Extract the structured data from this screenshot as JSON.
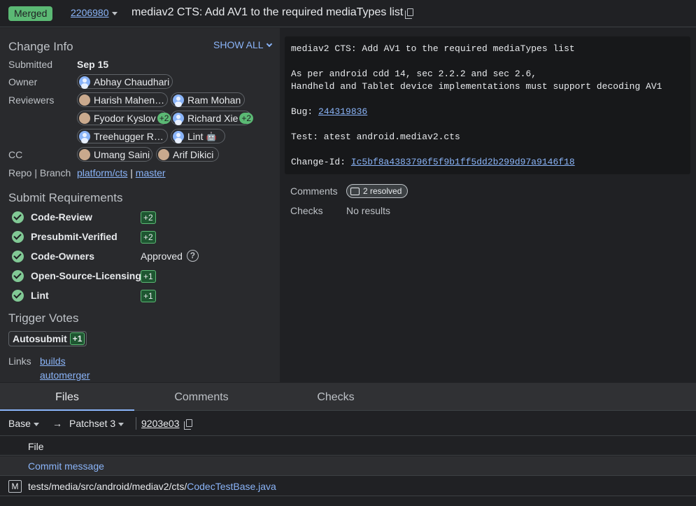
{
  "header": {
    "status": "Merged",
    "change_number": "2206980",
    "title": "mediav2 CTS: Add AV1 to the required mediaTypes list"
  },
  "change_info": {
    "title": "Change Info",
    "show_all": "SHOW ALL",
    "submitted_label": "Submitted",
    "submitted_value": "Sep 15",
    "owner_label": "Owner",
    "owner": "Abhay Chaudhari",
    "reviewers_label": "Reviewers",
    "reviewers": [
      {
        "name": "Harish Mahen…",
        "vote": ""
      },
      {
        "name": "Ram Mohan",
        "vote": ""
      },
      {
        "name": "Fyodor Kyslov",
        "vote": "+2"
      },
      {
        "name": "Richard Xie",
        "vote": "+2"
      },
      {
        "name": "Treehugger R…",
        "vote": ""
      },
      {
        "name": "Lint",
        "vote": ""
      }
    ],
    "cc_label": "CC",
    "cc": [
      "Umang Saini",
      "Arif Dikici"
    ],
    "repo_label": "Repo | Branch",
    "repo": "platform/cts",
    "branch_sep": "|",
    "branch": "master"
  },
  "submit_requirements": {
    "title": "Submit Requirements",
    "items": [
      {
        "name": "Code-Review",
        "vote": "+2"
      },
      {
        "name": "Presubmit-Verified",
        "vote": "+2"
      },
      {
        "name": "Code-Owners",
        "status": "Approved"
      },
      {
        "name": "Open-Source-Licensing",
        "vote": "+1"
      },
      {
        "name": "Lint",
        "vote": "+1"
      }
    ]
  },
  "trigger_votes": {
    "title": "Trigger Votes",
    "name": "Autosubmit",
    "vote": "+1"
  },
  "links": {
    "label": "Links",
    "items": [
      "builds",
      "automerger"
    ]
  },
  "commit_message": {
    "subject": "mediav2 CTS: Add AV1 to the required mediaTypes list",
    "body_1": "As per android cdd 14, sec 2.2.2 and sec 2.6,",
    "body_2": "Handheld and Tablet device implementations must support decoding AV1",
    "bug_label": "Bug: ",
    "bug": "244319836",
    "test": "Test: atest android.mediav2.cts",
    "change_id_label": "Change-Id: ",
    "change_id": "Ic5bf8a4383796f5f9b1ff5dd2b299d97a9146f18"
  },
  "summary": {
    "comments_label": "Comments",
    "comments_value": "2 resolved",
    "checks_label": "Checks",
    "checks_value": "No results"
  },
  "tabs": [
    "Files",
    "Comments",
    "Checks"
  ],
  "patchset_bar": {
    "base": "Base",
    "arrow": "→",
    "patchset": "Patchset 3",
    "commit": "9203e03"
  },
  "files": {
    "header": "File",
    "commit_message_row": "Commit message",
    "file_status": "M",
    "file_path": "tests/media/src/android/mediav2/cts/",
    "file_name": "CodecTestBase.java"
  }
}
